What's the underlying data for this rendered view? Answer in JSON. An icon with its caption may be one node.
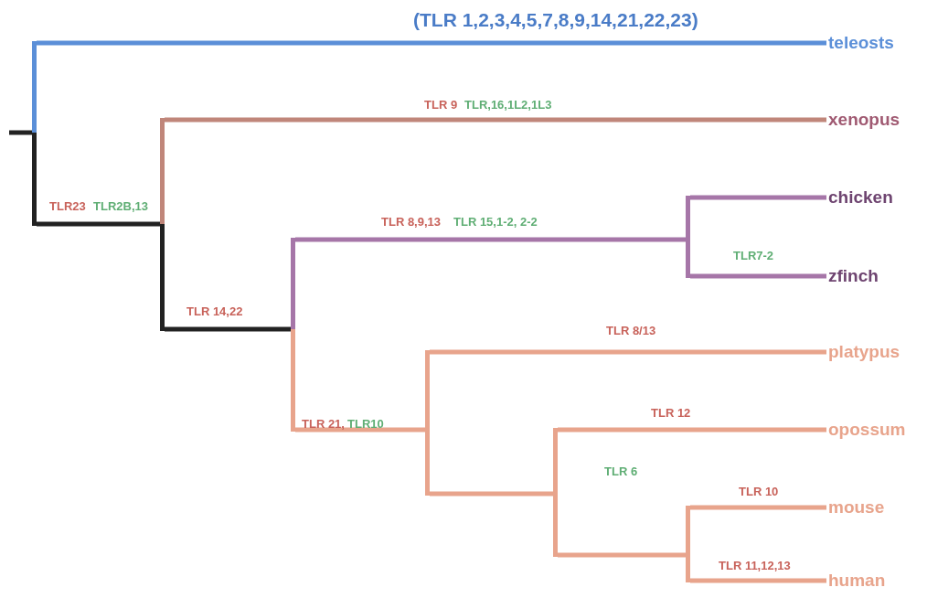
{
  "diagram": {
    "nodes": [
      {
        "text": [],
        "shape": "bar"
      },
      {
        "text": [],
        "shape": "bar"
      },
      {
        "text": [],
        "shape": "bar"
      },
      {
        "text": [],
        "shape": "bar"
      },
      {
        "text": [],
        "shape": "bar"
      },
      {
        "text": [],
        "shape": "bar"
      },
      {
        "text": [],
        "shape": "bar"
      },
      {
        "text": [
          "teleosts"
        ]
      },
      {
        "text": [
          "xenopus"
        ]
      },
      {
        "text": [
          "chicken"
        ]
      },
      {
        "text": [
          "zfinch"
        ]
      },
      {
        "text": [
          "platypus"
        ]
      },
      {
        "text": [
          "opossum"
        ]
      },
      {
        "text": [
          "mouse"
        ]
      },
      {
        "text": [
          "human"
        ]
      }
    ],
    "edges": [
      {
        "from": null,
        "to": 0,
        "arrow": "none",
        "color": "#222222"
      },
      {
        "from": 0,
        "to": 7,
        "arrow": "none",
        "color": "#5b8fd8"
      },
      {
        "from": 0,
        "to": 1,
        "arrow": "none",
        "color": "#222222"
      },
      {
        "from": 1,
        "to": 8,
        "arrow": "none",
        "color": "#c0867a"
      },
      {
        "from": 1,
        "to": 2,
        "arrow": "none",
        "color": "#222222"
      },
      {
        "from": 2,
        "to": 3,
        "arrow": "none",
        "color": "#a676a8"
      },
      {
        "from": 2,
        "to": 4,
        "arrow": "none"
      },
      {
        "from": 3,
        "to": 9,
        "arrow": "none",
        "color": "#a676a8"
      },
      {
        "from": 3,
        "to": 10,
        "arrow": "none",
        "color": "#a676a8"
      },
      {
        "from": 4,
        "to": 11,
        "arrow": "none"
      },
      {
        "from": 4,
        "to": 5,
        "arrow": "none"
      },
      {
        "from": 5,
        "to": 12,
        "arrow": "none"
      },
      {
        "from": 5,
        "to": 6,
        "arrow": "none"
      },
      {
        "from": 6,
        "to": 13,
        "arrow": "none"
      },
      {
        "from": 6,
        "to": 14,
        "arrow": "none"
      }
    ],
    "labels": [
      "(TLR 1,2,3,4,5,7,8,9,14,21,22,23)",
      "TLR 9",
      "TLR,16,1L2,1L3",
      "TLR23",
      "TLR2B,13",
      "TLR 8,9,13",
      "TLR 15,1-2, 2-2",
      "TLR7-2",
      "TLR 14,22",
      "TLR 8/13",
      "TLR 21,",
      "TLR10",
      "TLR 12",
      "TLR 6",
      "TLR 10",
      "TLR 11,12,13"
    ]
  }
}
